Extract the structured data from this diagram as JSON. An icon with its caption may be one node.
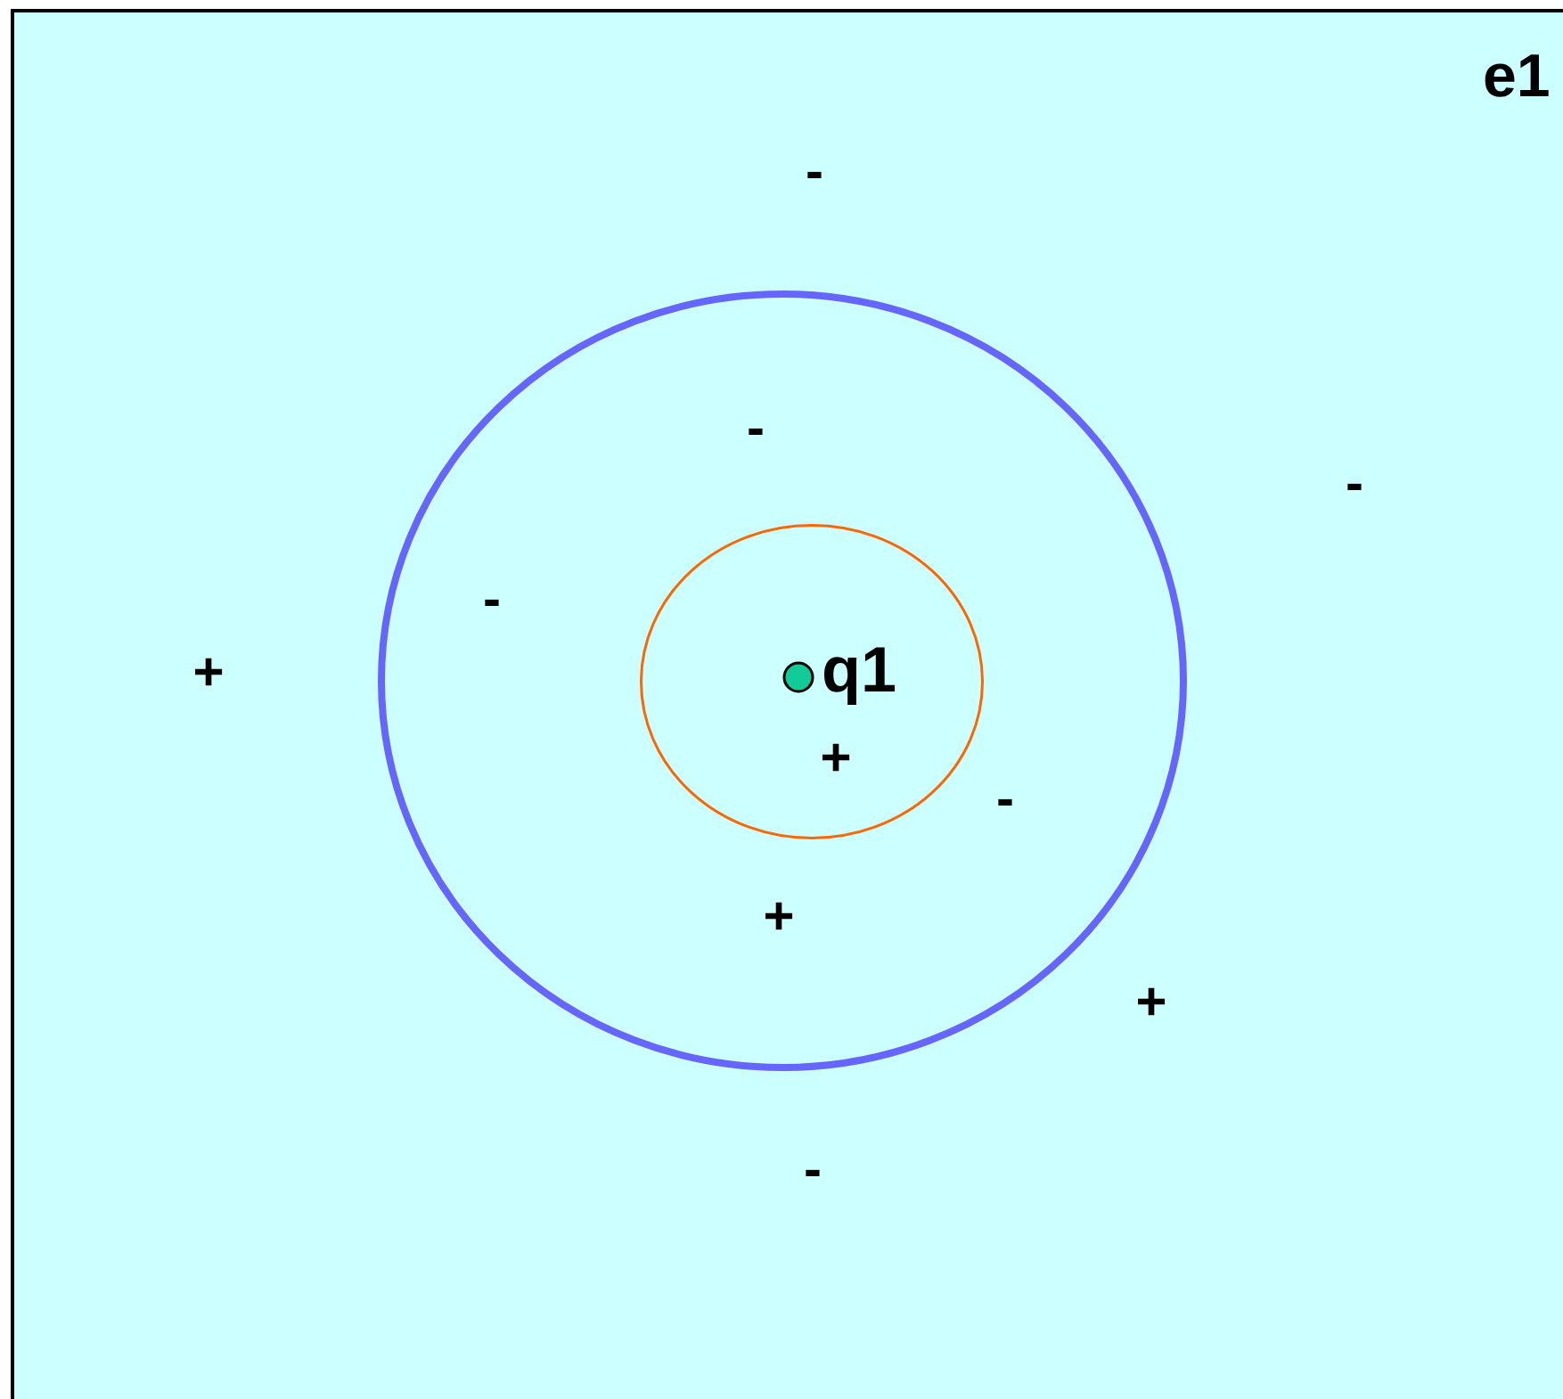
{
  "diagram": {
    "nodes": [
      {
        "text": [
          "e1"
        ]
      },
      {
        "text": [],
        "shape": "circle",
        "in": 0
      },
      {
        "text": [],
        "shape": "circle",
        "in": 1
      },
      {
        "text": [],
        "shape": "circle",
        "in": 2,
        "beside": [
          "q1"
        ]
      }
    ],
    "labels": [
      "-",
      "-",
      "-",
      "-",
      "+",
      "+",
      "-",
      "+",
      "+",
      "-"
    ]
  }
}
